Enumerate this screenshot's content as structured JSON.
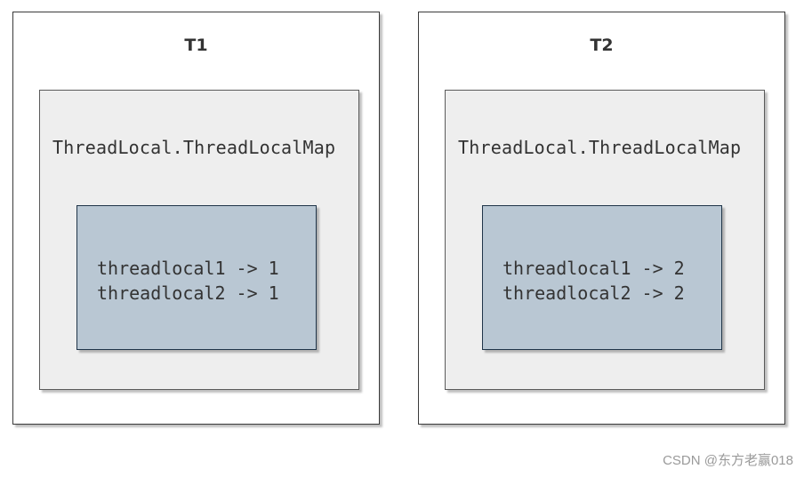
{
  "threads": [
    {
      "title": "T1",
      "map_label": "ThreadLocal.ThreadLocalMap",
      "entries": [
        "threadlocal1 -> 1",
        "threadlocal2 -> 1"
      ]
    },
    {
      "title": "T2",
      "map_label": "ThreadLocal.ThreadLocalMap",
      "entries": [
        "threadlocal1 -> 2",
        "threadlocal2 -> 2"
      ]
    }
  ],
  "watermark": "CSDN @东方老赢018",
  "colors": {
    "thread_border": "#3a3a3a",
    "map_fill": "#eeeeee",
    "entries_fill": "#b9c7d3",
    "entries_border": "#1f3448",
    "text": "#333333"
  }
}
